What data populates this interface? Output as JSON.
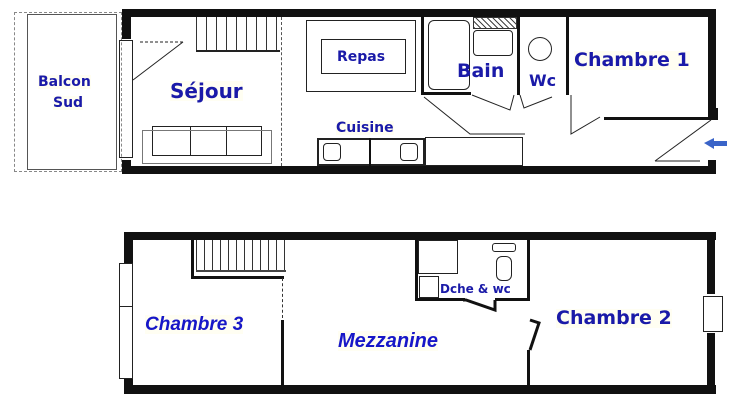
{
  "plan": {
    "upper_level": {
      "rooms": [
        {
          "id": "balcon",
          "label_line1": "Balcon",
          "label_line2": "Sud"
        },
        {
          "id": "sejour",
          "label": "Séjour"
        },
        {
          "id": "repas",
          "label": "Repas"
        },
        {
          "id": "cuisine",
          "label": "Cuisine"
        },
        {
          "id": "bain",
          "label": "Bain"
        },
        {
          "id": "wc",
          "label": "Wc"
        },
        {
          "id": "chambre1",
          "label": "Chambre 1"
        }
      ],
      "entrance_arrow": {
        "direction": "left",
        "color": "#3a64c8"
      }
    },
    "lower_level": {
      "rooms": [
        {
          "id": "chambre3",
          "label": "Chambre 3"
        },
        {
          "id": "mezzanine",
          "label": "Mezzanine"
        },
        {
          "id": "douche_wc",
          "label": "Dche & wc"
        },
        {
          "id": "chambre2",
          "label": "Chambre 2"
        }
      ]
    },
    "colors": {
      "label": "#1a1aa8",
      "wall": "#111111"
    }
  }
}
